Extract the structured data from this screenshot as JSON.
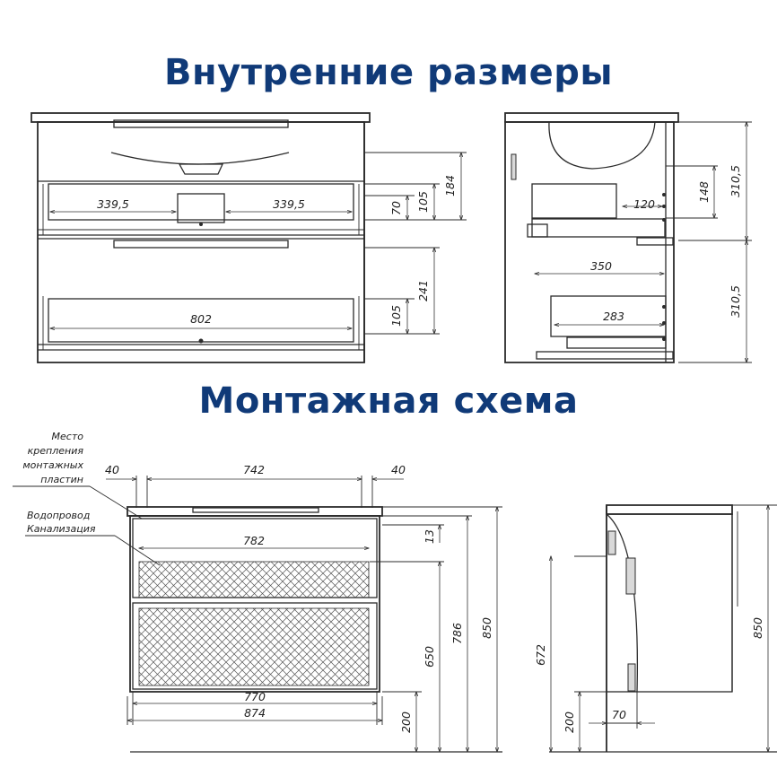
{
  "titles": {
    "internal": "Внутренние размеры",
    "mount": "Монтажная схема"
  },
  "internal_front": {
    "width_left": "339,5",
    "width_right": "339,5",
    "drawer_width": "802",
    "h_70": "70",
    "h_105_top": "105",
    "h_184": "184",
    "h_105_bottom": "105",
    "h_241": "241"
  },
  "internal_side": {
    "d_120": "120",
    "d_148": "148",
    "d_350": "350",
    "d_283": "283",
    "h_310_top": "310,5",
    "h_310_bottom": "310,5"
  },
  "mount_front": {
    "w_40_left": "40",
    "w_742": "742",
    "w_40_right": "40",
    "w_782": "782",
    "w_770": "770",
    "w_874": "874",
    "h_13": "13",
    "h_650": "650",
    "h_786": "786",
    "h_850": "850",
    "h_200": "200",
    "label_plates": [
      "Место",
      "крепления",
      "монтажных",
      "пластин"
    ],
    "label_water": [
      "Водопровод",
      "Канализация"
    ]
  },
  "mount_side": {
    "h_672": "672",
    "h_850": "850",
    "h_200": "200",
    "d_70": "70"
  }
}
